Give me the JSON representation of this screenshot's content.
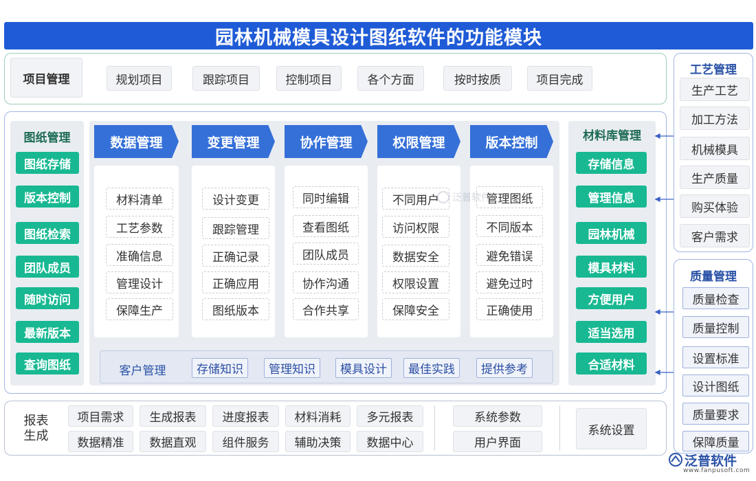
{
  "title": "园林机械模具设计图纸软件的功能模块",
  "project_row": {
    "label": "项目管理",
    "items": [
      "规划项目",
      "跟踪项目",
      "控制项目",
      "各个方面",
      "按时按质",
      "项目完成"
    ]
  },
  "drawing_mgmt": {
    "label": "图纸管理",
    "items": [
      "图纸存储",
      "版本控制",
      "图纸检索",
      "团队成员",
      "随时访问",
      "最新版本",
      "查询图纸"
    ]
  },
  "columns": [
    {
      "header": "数据管理",
      "items": [
        "材料清单",
        "工艺参数",
        "准确信息",
        "管理设计",
        "保障生产"
      ]
    },
    {
      "header": "变更管理",
      "items": [
        "设计变更",
        "跟踪管理",
        "正确记录",
        "正确应用",
        "图纸版本"
      ]
    },
    {
      "header": "协作管理",
      "items": [
        "同时编辑",
        "查看图纸",
        "团队成员",
        "协作沟通",
        "合作共享"
      ]
    },
    {
      "header": "权限管理",
      "items": [
        "不同用户",
        "访问权限",
        "数据安全",
        "权限设置",
        "保障安全"
      ]
    },
    {
      "header": "版本控制",
      "items": [
        "管理图纸",
        "不同版本",
        "避免错误",
        "避免过时",
        "正确使用"
      ]
    }
  ],
  "customer_row": {
    "label": "客户管理",
    "items": [
      "存储知识",
      "管理知识",
      "模具设计",
      "最佳实践",
      "提供参考"
    ]
  },
  "material_mgmt": {
    "label": "材料库管理",
    "items": [
      "存储信息",
      "管理信息",
      "园林机械",
      "模具材料",
      "方便用户",
      "适当选用",
      "合适材料"
    ]
  },
  "process_mgmt": {
    "label": "工艺管理",
    "items": [
      "生产工艺",
      "加工方法",
      "机械模具",
      "生产质量",
      "购买体验",
      "客户需求"
    ]
  },
  "quality_mgmt": {
    "label": "质量管理",
    "items": [
      "质量检查",
      "质量控制",
      "设置标准",
      "设计图纸",
      "质量要求",
      "保障质量"
    ]
  },
  "report_row": {
    "label_line1": "报表",
    "label_line2": "生成",
    "row1": [
      "项目需求",
      "生成报表",
      "进度报表",
      "材料消耗",
      "多元报表"
    ],
    "row2": [
      "数据精准",
      "数据直观",
      "组件服务",
      "辅助决策",
      "数据中心"
    ],
    "system_items": [
      "系统参数",
      "用户界面"
    ],
    "system_label": "系统设置"
  },
  "branding": {
    "name": "泛普软件",
    "url": "www.fanpusoft.com",
    "watermark": "泛普软件"
  },
  "colors": {
    "title_blue": "#1f5bd6",
    "header_blue": "#3570d8",
    "teal": "#18b892",
    "green_border": "#9dcbbd",
    "blue_border": "#9fb6e6"
  }
}
